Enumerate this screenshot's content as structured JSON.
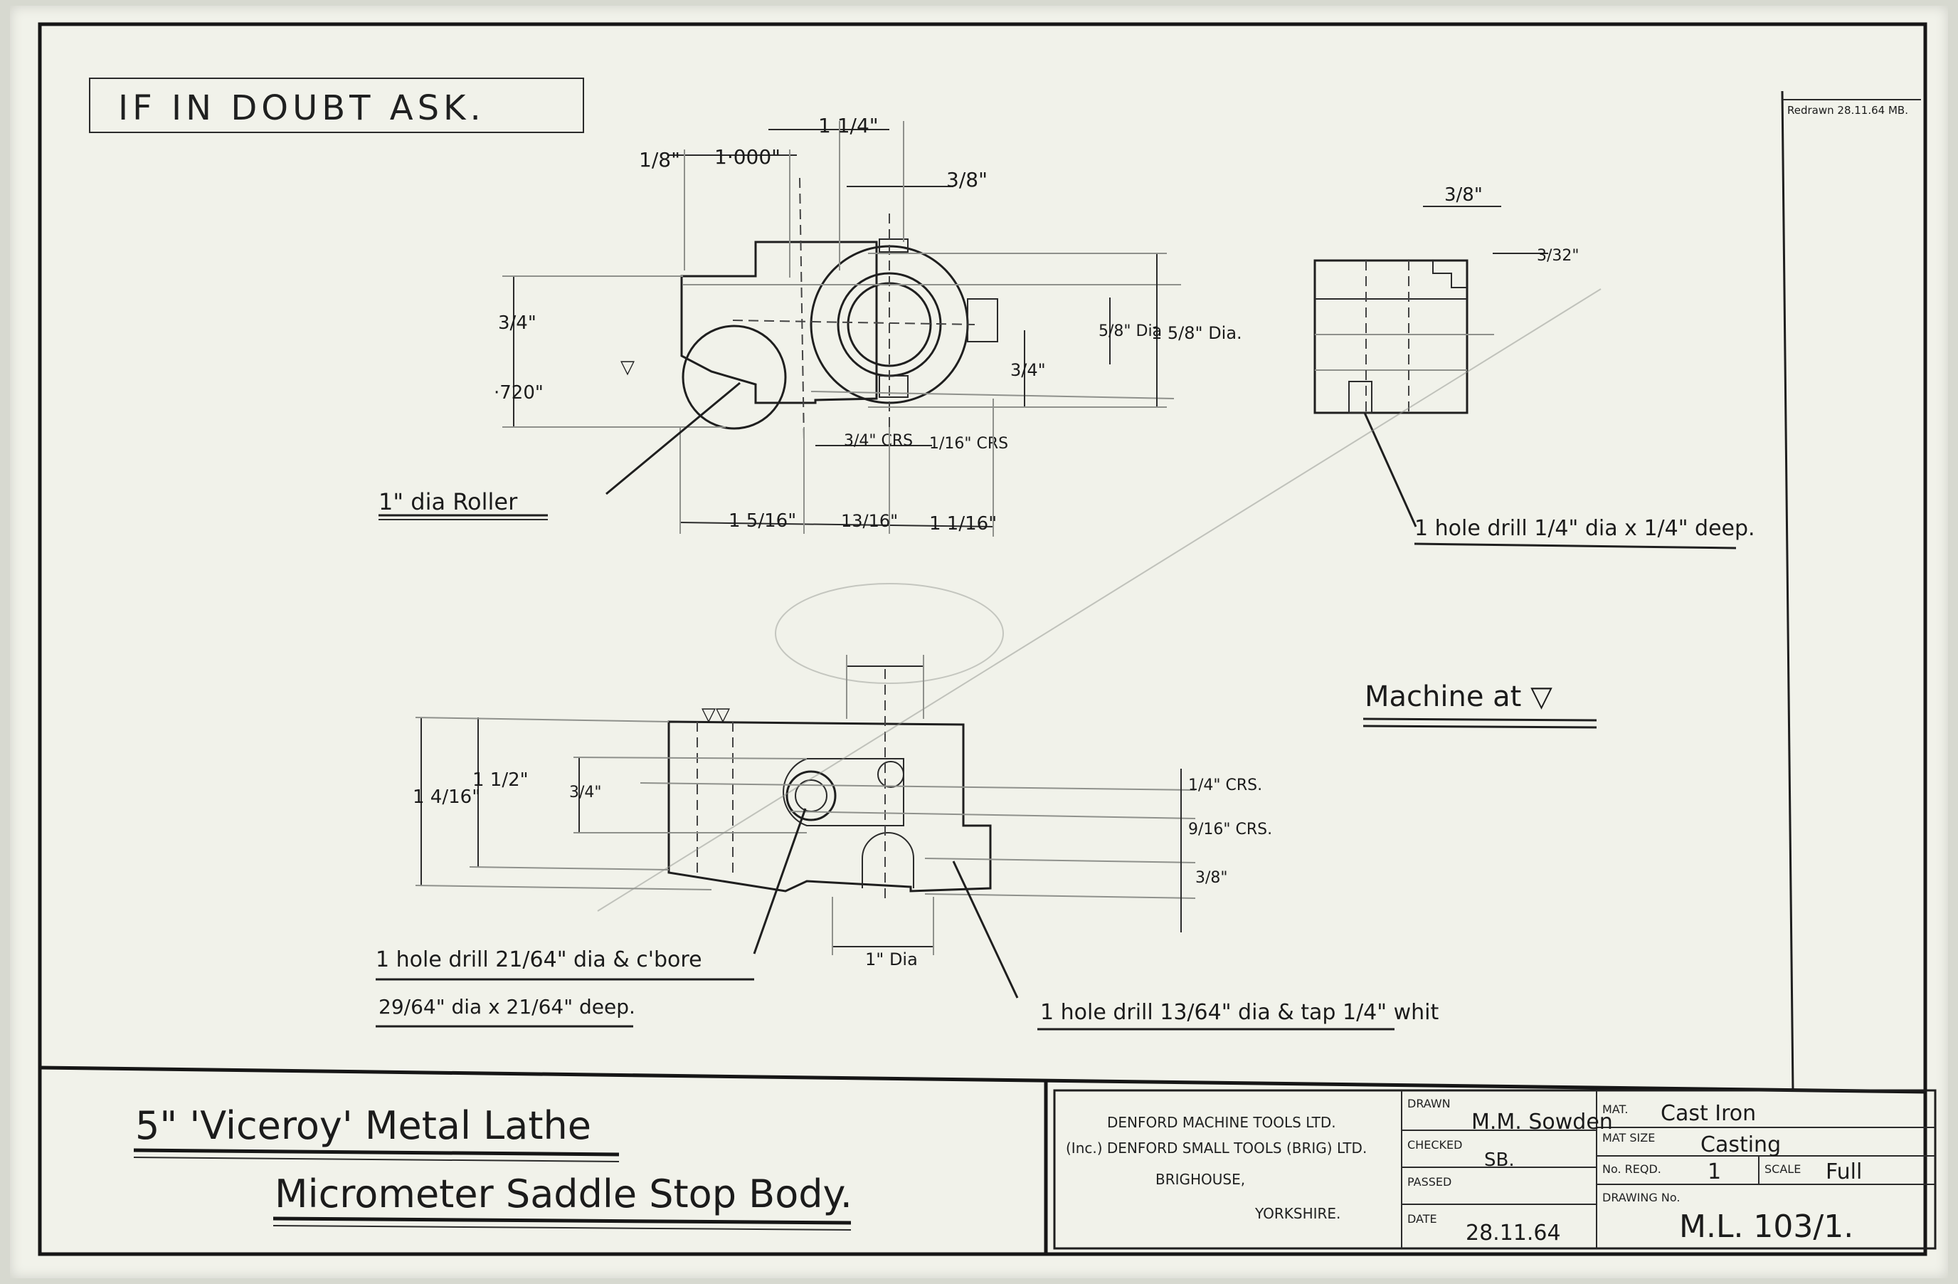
{
  "notice": "IF IN DOUBT ASK.",
  "corner_note": "Redrawn 28.11.64 MB.",
  "front_view": {
    "dims": {
      "top_1_8": "1/8\"",
      "top_1000": "1·000\"",
      "top_1_1_4": "1 1/4\"",
      "top_3_8": "3/8\"",
      "left_3_4": "3/4\"",
      "left_720": "·720\"",
      "right_5_8": "5/8\" Dia",
      "right_1_5_8": "1 5/8\" Dia.",
      "right_3_4": "3/4\"",
      "crs_3_4": "3/4\" CRS",
      "crs_1_16": "1/16\" CRS",
      "bot_1_5_16": "1 5/16\"",
      "bot_13_16": "13/16\"",
      "bot_1_1_16": "1 1/16\""
    },
    "note_roller": "1\" dia Roller"
  },
  "side_view": {
    "dims": {
      "top_3_8": "3/8\"",
      "top_3_32": "3/32\""
    },
    "note_hole": "1 hole drill 1/4\" dia x 1/4\" deep."
  },
  "plan_view": {
    "dims": {
      "left_1_4_16": "1 4/16\"",
      "left_1_1_2": "1 1/2\"",
      "left_3_4": "3/4\"",
      "right_1_4": "1/4\" CRS.",
      "right_9_16": "9/16\" CRS.",
      "right_3_8": "3/8\"",
      "bot_1_dia": "1\" Dia"
    },
    "note_hole1": "1 hole drill 21/64\" dia & c'bore",
    "note_hole1b": "29/64\" dia x 21/64\" deep.",
    "note_hole2": "1 hole drill 13/64\" dia & tap 1/4\" whit"
  },
  "machine_note": "Machine at ▽",
  "title_block": {
    "title_line1": "5\" 'Viceroy' Metal Lathe",
    "title_line2": "Micrometer Saddle Stop Body.",
    "company": [
      "DENFORD MACHINE TOOLS LTD.",
      "(Inc.) DENFORD SMALL TOOLS (BRIG) LTD.",
      "BRIGHOUSE,",
      "YORKSHIRE."
    ],
    "labels": {
      "drawn": "DRAWN",
      "checked": "CHECKED",
      "passed": "PASSED",
      "date": "DATE",
      "mat": "MAT.",
      "mat_size": "MAT SIZE",
      "no_reqd": "No. REQD.",
      "scale": "SCALE",
      "drawing_no": "DRAWING No."
    },
    "values": {
      "drawn": "M.M. Sowden",
      "checked": "SB.",
      "passed": "",
      "date": "28.11.64",
      "mat": "Cast Iron",
      "mat_size": "Casting",
      "no_reqd": "1",
      "scale": "Full",
      "drawing_no": "M.L. 103/1."
    }
  }
}
